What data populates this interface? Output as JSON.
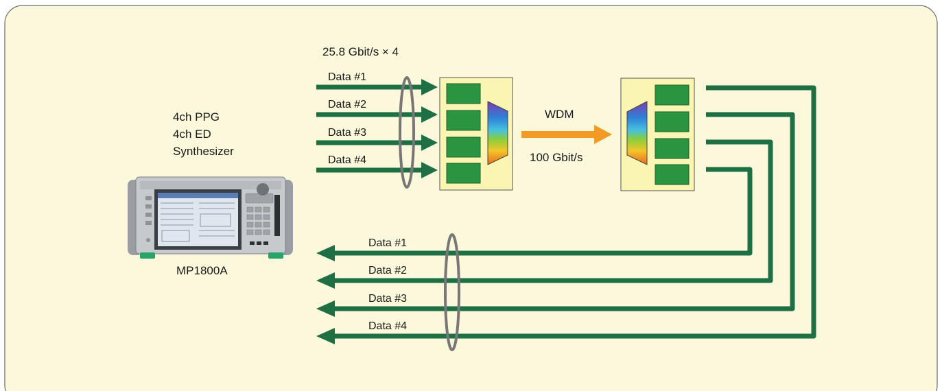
{
  "instrument": {
    "features": [
      "4ch PPG",
      "4ch ED",
      "Synthesizer"
    ],
    "model": "MP1800A"
  },
  "transmit": {
    "rate_label": "25.8 Gbit/s × 4",
    "lanes": [
      "Data #1",
      "Data #2",
      "Data #3",
      "Data #4"
    ]
  },
  "link": {
    "type_label": "WDM",
    "rate_label": "100 Gbit/s"
  },
  "receive": {
    "lanes": [
      "Data #1",
      "Data #2",
      "Data #3",
      "Data #4"
    ]
  },
  "colors": {
    "background": "#fbf8dc",
    "signal_line": "#1f6f45",
    "lane_block": "#2b9440",
    "module_fill": "#fbf5b3",
    "wdm_arrow": "#f29a25",
    "bundle_ellipse": "#777777"
  }
}
